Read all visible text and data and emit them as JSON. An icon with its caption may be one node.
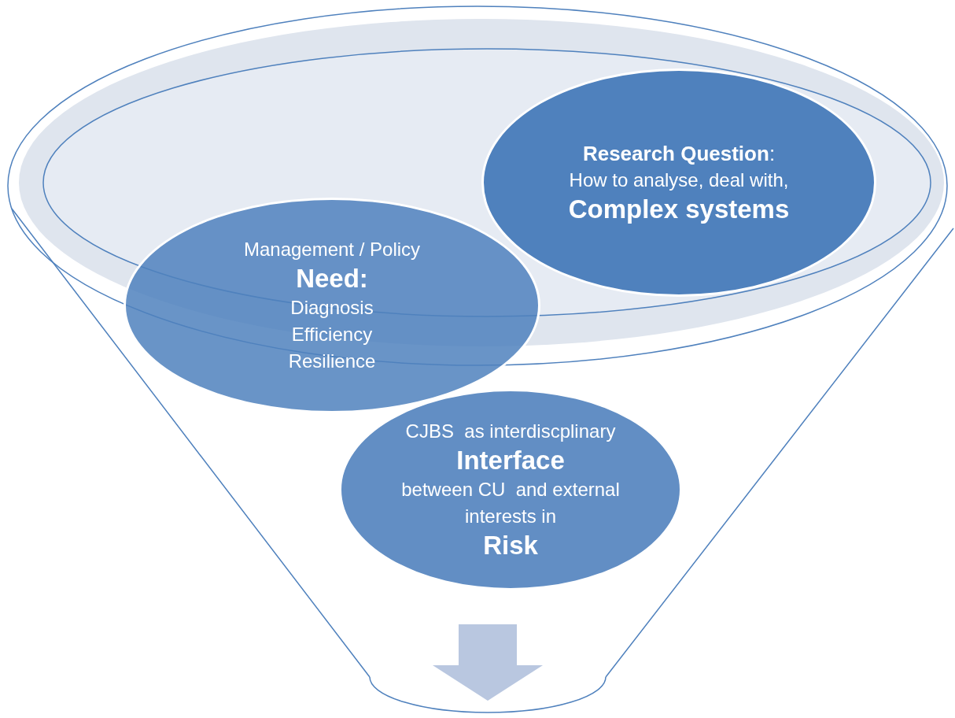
{
  "diagram": {
    "nodes": [
      {
        "text": [
          "**Research Question**:",
          "How to analyse, deal with,",
          "Complex systems"
        ]
      },
      {
        "text": [
          "Management / Policy",
          "Need:",
          "Diagnosis",
          "Efficiency",
          "Resilience"
        ]
      },
      {
        "text": [
          "CJBS  as interdiscplinary",
          "Interface",
          "between CU  and external interests in",
          "Risk"
        ]
      }
    ]
  }
}
